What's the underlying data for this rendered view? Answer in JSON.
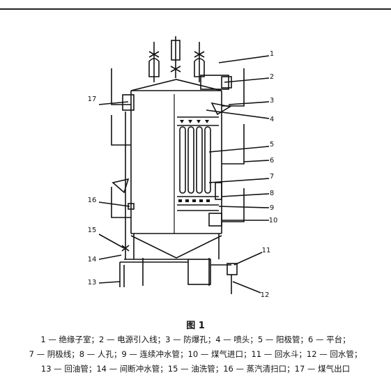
{
  "callouts": [
    "1",
    "2",
    "3",
    "4",
    "5",
    "6",
    "7",
    "8",
    "9",
    "10",
    "11",
    "12",
    "13",
    "14",
    "15",
    "16",
    "17"
  ],
  "caption": "图 1",
  "legend": [
    "1 — 绝缘子室；2 — 电源引入线；3 — 防爆孔；4 — 喷头；5 — 阳极管；6 — 平台；",
    "7 — 阴极线；8 — 人孔；9 — 连续冲水管；10 — 煤气进口；11 — 回水斗；12 — 回水管；",
    "13 — 回油管；14 — 间断冲水管；15 — 油洗管；16 — 蒸汽清扫口；17 — 煤气出口"
  ]
}
